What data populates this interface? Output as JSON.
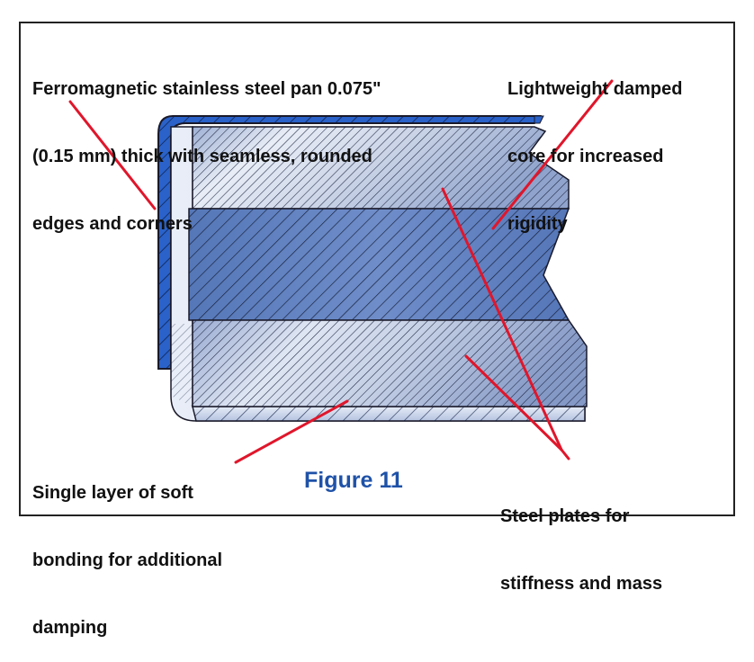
{
  "labels": {
    "pan": {
      "line1": "Ferromagnetic stainless steel pan 0.075\"",
      "line2": "(0.15 mm) thick with seamless, rounded",
      "line3": "edges and corners"
    },
    "core": {
      "line1": "Lightweight damped",
      "line2": "core for increased",
      "line3": "rigidity"
    },
    "bonding": {
      "line1": "Single layer of soft",
      "line2": "bonding for additional",
      "line3": "damping"
    },
    "plates": {
      "line1": "Steel plates for",
      "line2": "stiffness and mass"
    }
  },
  "caption": "Figure 11",
  "colors": {
    "pan_blue": "#2a62c9",
    "plate_light": "#c5cfe2",
    "core_blue": "#6585c3",
    "leader_red": "#e0162b",
    "caption_blue": "#1f52a8",
    "outline": "#1a1a2a",
    "frame": "#222222"
  }
}
